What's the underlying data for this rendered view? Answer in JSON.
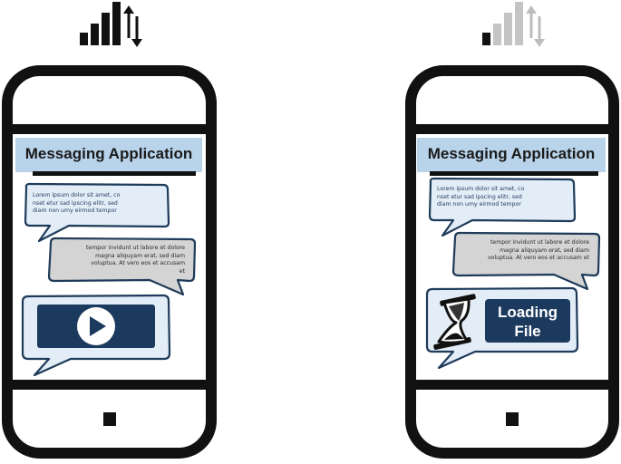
{
  "colors": {
    "frame": "#111111",
    "title_bar": "#b8d3ea",
    "bubble_blue_fill": "#e3edf8",
    "bubble_blue_stroke": "#1e3b5a",
    "bubble_gray_fill": "#d4d4d4",
    "media_fill": "#1c3a5e",
    "signal_active": "#111111",
    "signal_inactive": "#c4c4c4"
  },
  "left_phone": {
    "signal": {
      "bars_active": 4,
      "icon": "signal-bars-icon"
    },
    "title": "Messaging Application",
    "message1": "Lorem ipsum dolor sit amet, co nset etur sad ipscing elitr, sed diam non umy eirmod tempor",
    "message2": "tempor invidunt ut labore et dolore magna aliquyam erat, sed diam voluptua. At vero eos et accusam et",
    "media": {
      "icon": "play-icon"
    }
  },
  "right_phone": {
    "signal": {
      "bars_active": 1,
      "icon": "signal-bars-icon"
    },
    "title": "Messaging Application",
    "message1": "Lorem ipsum dolor sit amet, co nset etur sad ipscing elitr, sed diam non umy eirmod tempor",
    "message2": "tempor invidunt ut labore et dolore magna aliquyam erat, sed diam voluptua. At vero eos et accusam et",
    "media": {
      "icon": "hourglass-icon",
      "line1": "Loading",
      "line2": "File"
    }
  }
}
